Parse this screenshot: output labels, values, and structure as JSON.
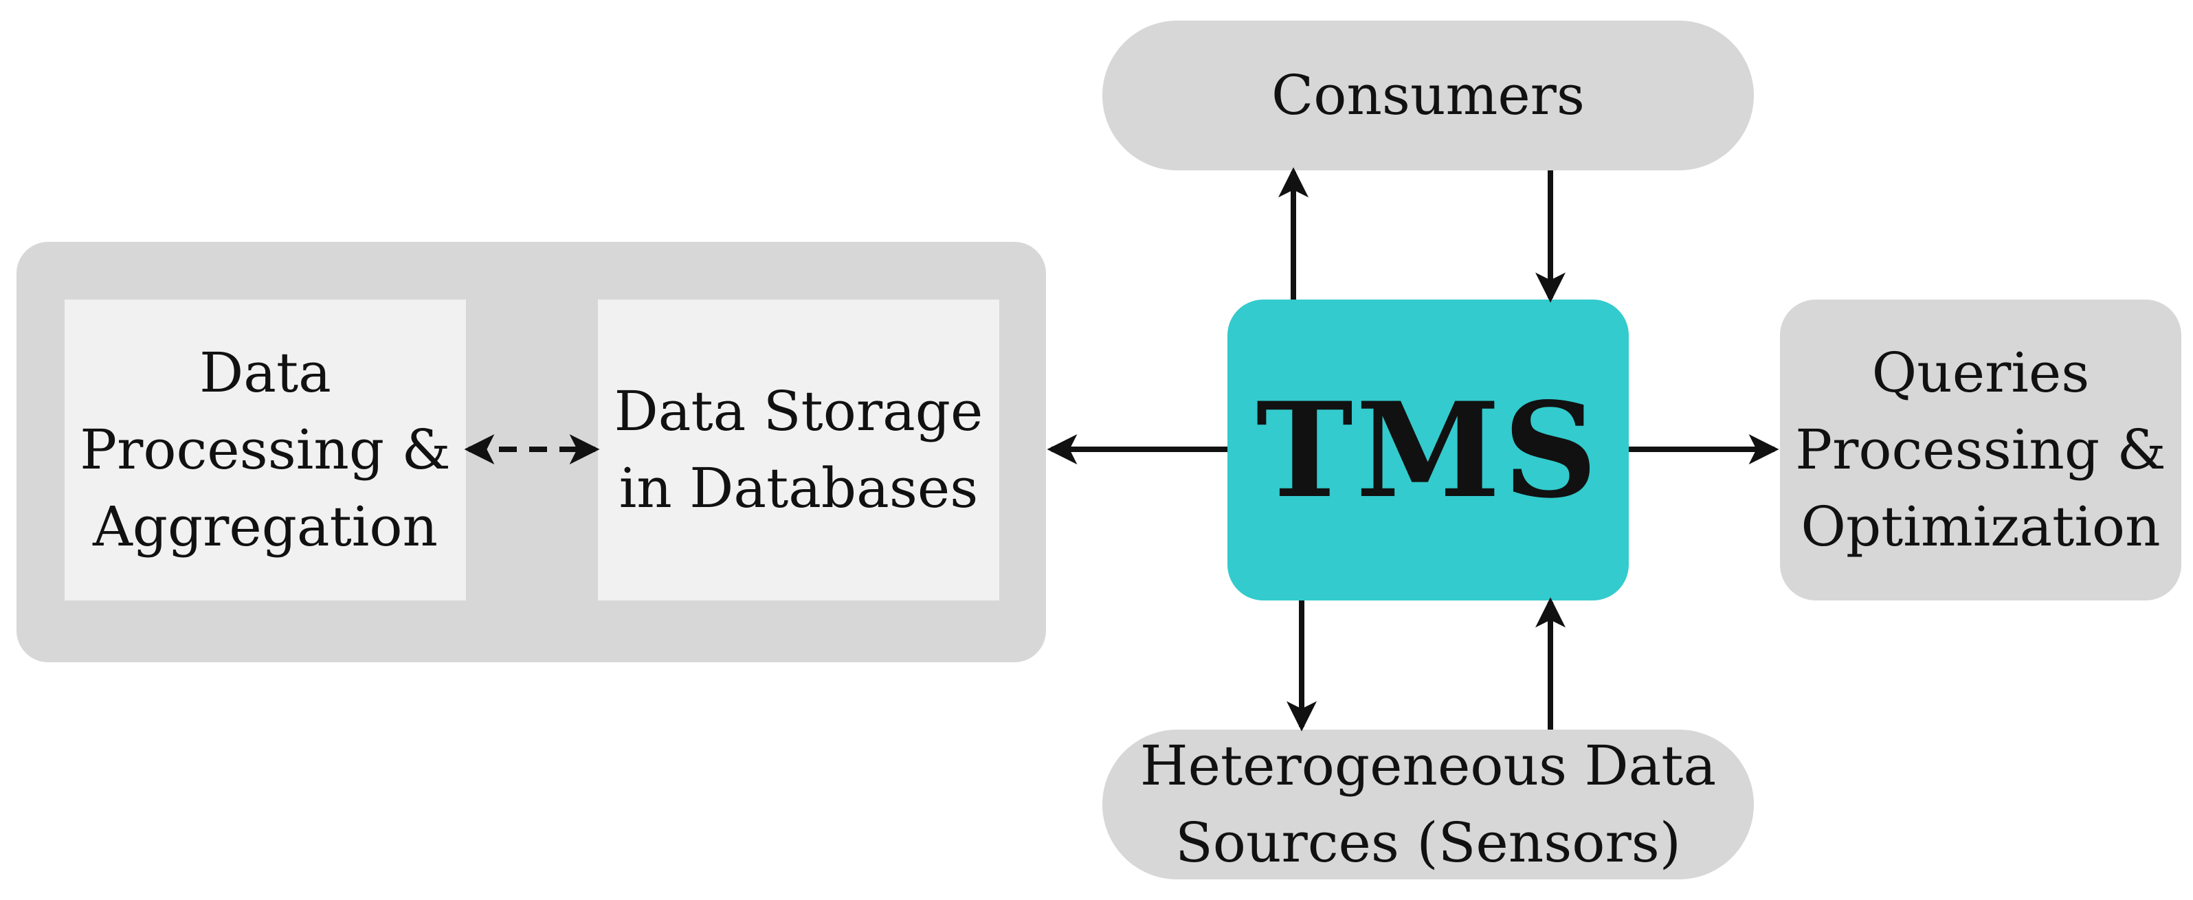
{
  "nodes": {
    "consumers": "Consumers",
    "tms": "TMS",
    "queries": "Queries\nProcessing &\nOptimization",
    "sources": "Heterogeneous Data\nSources (Sensors)",
    "processing": "Data\nProcessing &\nAggregation",
    "storage": "Data Storage\nin Databases"
  },
  "colors": {
    "tms_fill": "#33cbcd",
    "box_fill": "#d7d7d7",
    "inner_fill": "#f1f1f1",
    "arrow": "#111111"
  }
}
